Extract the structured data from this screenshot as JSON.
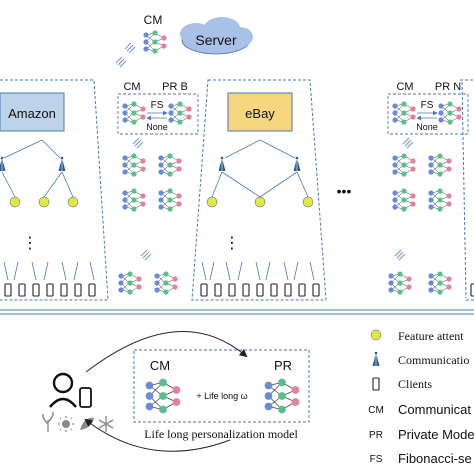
{
  "top": {
    "cm_label": "CM",
    "server_label": "Server"
  },
  "platforms": [
    {
      "name": "Amazon",
      "color": "#bcd3ea"
    },
    {
      "name": "eBay",
      "color": "#f6d77e"
    }
  ],
  "groups": [
    {
      "cm": "CM",
      "pr": "PR B",
      "fs": "FS",
      "none": "None"
    },
    {
      "cm": "CM",
      "pr": "PR N",
      "fs": "FS",
      "none": "None"
    }
  ],
  "ellipsis": "•••",
  "vdots": "⋮",
  "bottom": {
    "cm": "CM",
    "pr": "PR",
    "plus_text": "+ Life long ω",
    "caption": "Life long personalization model"
  },
  "legend": [
    {
      "symbol": "circle",
      "text": "Feature attent"
    },
    {
      "symbol": "antenna",
      "text": "Communicatio"
    },
    {
      "symbol": "client",
      "text": "Clients"
    },
    {
      "symbol": "CM",
      "text": "Communicat"
    },
    {
      "symbol": "PR",
      "text": "Private Mode"
    },
    {
      "symbol": "FS",
      "text": "Fibonacci-se"
    }
  ],
  "colors": {
    "platform_border": "#4a78b0",
    "dashed": "#4a78b0",
    "node_yellow": "#dde84a",
    "antenna": "#2e5c92",
    "cloud": "#a9c1e6",
    "net_blue": "#6b8bd6",
    "net_green": "#58c08a",
    "net_pink": "#e0849c"
  }
}
